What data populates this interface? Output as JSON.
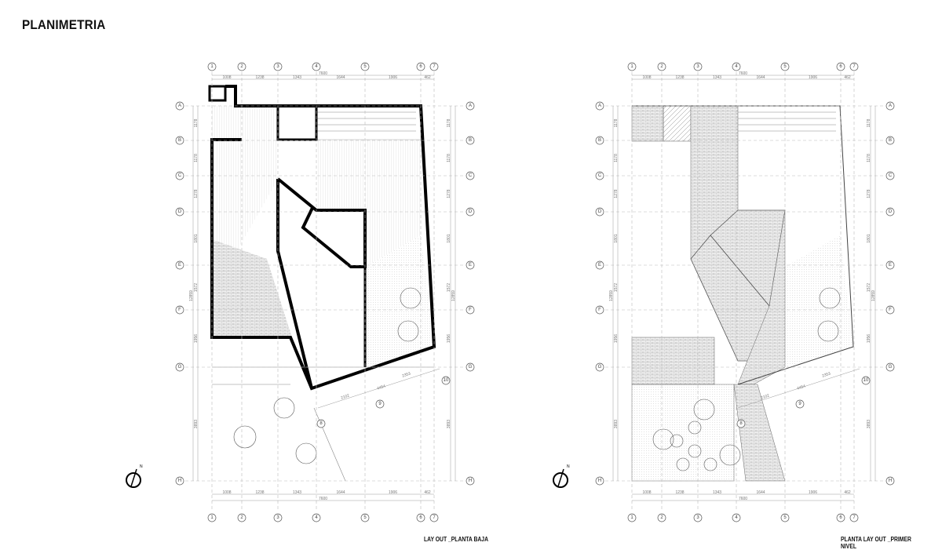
{
  "title": "PLANIMETRIA",
  "plans": [
    {
      "caption": "LAY OUT _PLANTA BAJA"
    },
    {
      "caption": "PLANTA LAY OUT _PRIMER NIVEL"
    }
  ],
  "grid": {
    "columns": [
      "1",
      "2",
      "3",
      "4",
      "5",
      "6",
      "7"
    ],
    "rows": [
      "A",
      "B",
      "C",
      "D",
      "E",
      "F",
      "G",
      "H"
    ],
    "column_dims": [
      "1008",
      "1238",
      "1343",
      "1644",
      "1906",
      "462"
    ],
    "column_total": "7600",
    "row_dims": [
      "1178",
      "1178",
      "1278",
      "1801",
      "1572",
      "1956",
      "3893"
    ],
    "row_total": "12859",
    "diagonal_dims": [
      "2102",
      "4454",
      "2353"
    ],
    "diagonal_axes": [
      "8",
      "9",
      "10"
    ]
  },
  "north_label": "N"
}
